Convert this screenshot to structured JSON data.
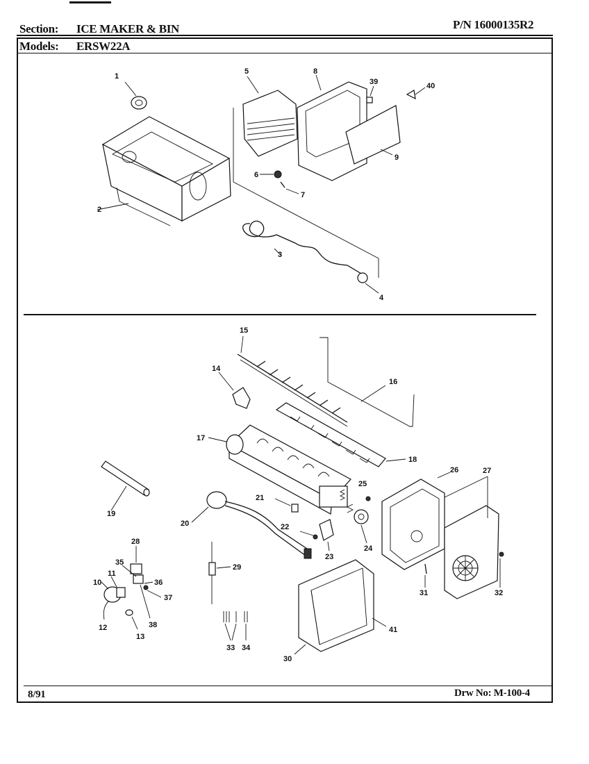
{
  "header": {
    "section_label": "Section:",
    "section_value": "ICE MAKER & BIN",
    "part_number": "P/N 16000135R2",
    "models_label": "Models:",
    "models_value": "ERSW22A"
  },
  "footer": {
    "date": "8/91",
    "drawing_number": "Drw No: M-100-4"
  },
  "callouts": {
    "c1": "1",
    "c2": "2",
    "c3": "3",
    "c4": "4",
    "c5": "5",
    "c6": "6",
    "c7": "7",
    "c8": "8",
    "c9": "9",
    "c39": "39",
    "c40": "40",
    "c10": "10",
    "c11": "11",
    "c12": "12",
    "c13": "13",
    "c14": "14",
    "c15": "15",
    "c16": "16",
    "c17": "17",
    "c18": "18",
    "c19": "19",
    "c20": "20",
    "c21": "21",
    "c22": "22",
    "c23": "23",
    "c24": "24",
    "c25": "25",
    "c26": "26",
    "c27": "27",
    "c28": "28",
    "c29": "29",
    "c30": "30",
    "c31": "31",
    "c32": "32",
    "c33": "33",
    "c34": "34",
    "c35": "35",
    "c36": "36",
    "c37": "37",
    "c38": "38",
    "c41": "41"
  }
}
